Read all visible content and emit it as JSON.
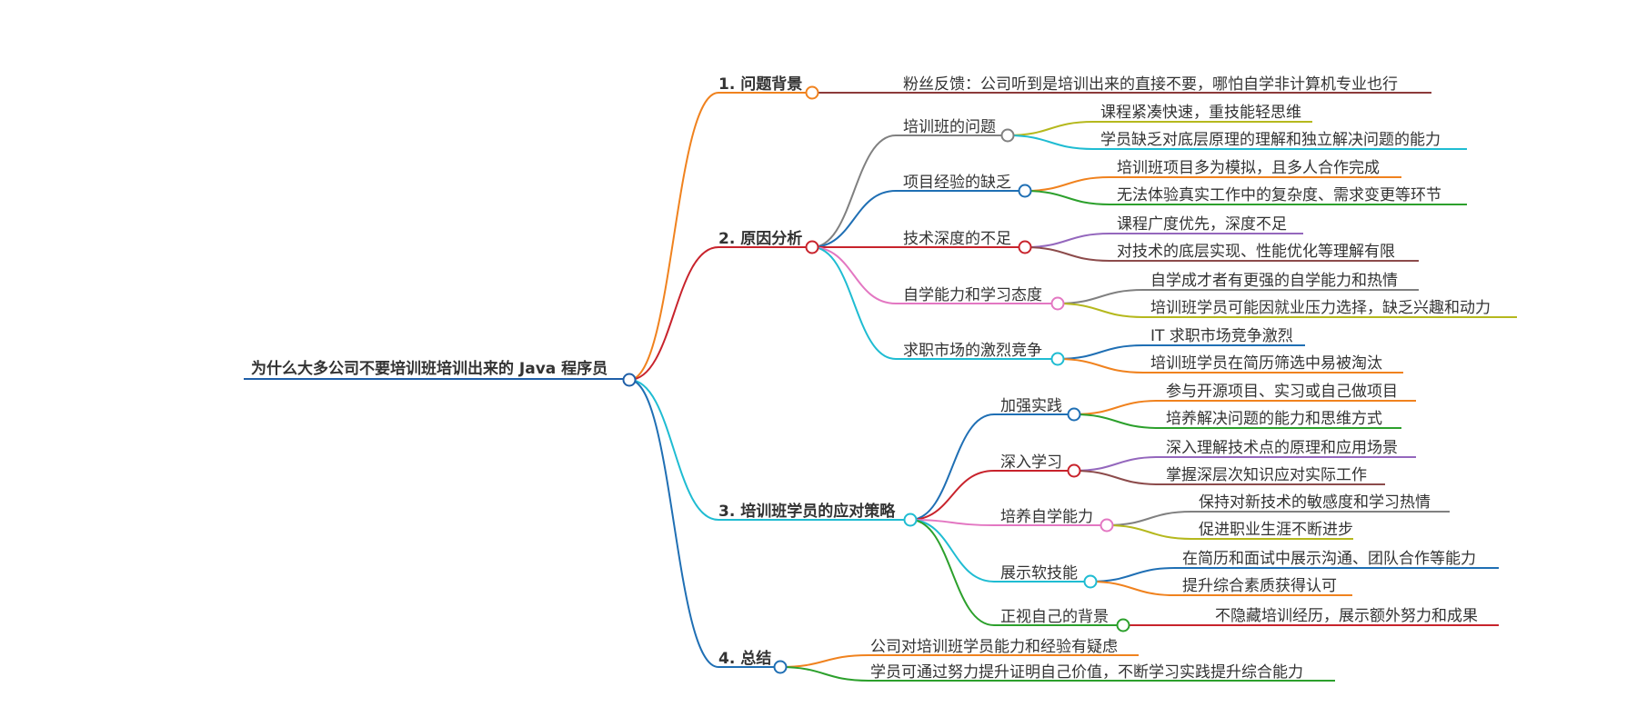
{
  "root": {
    "label": "为什么大多公司不要培训班培训出来的 Java 程序员",
    "color": "#1f5fa8"
  },
  "branches": [
    {
      "id": "b1",
      "label": "1. 问题背景",
      "color": "#f0821e",
      "children": [
        {
          "id": "b1c1",
          "label": "粉丝反馈：公司听到是培训出来的直接不要，哪怕自学非计算机专业也行",
          "color": "#8c3a3a",
          "children": []
        }
      ]
    },
    {
      "id": "b2",
      "label": "2. 原因分析",
      "color": "#c8232c",
      "children": [
        {
          "id": "b2c1",
          "label": "培训班的问题",
          "color": "#808080",
          "children": [
            {
              "label": "课程紧凑快速，重技能轻思维",
              "color": "#b5b81d"
            },
            {
              "label": "学员缺乏对底层原理的理解和独立解决问题的能力",
              "color": "#1fbcd2"
            }
          ]
        },
        {
          "id": "b2c2",
          "label": "项目经验的缺乏",
          "color": "#1f6fb4",
          "children": [
            {
              "label": "培训班项目多为模拟，且多人合作完成",
              "color": "#f0821e"
            },
            {
              "label": "无法体验真实工作中的复杂度、需求变更等环节",
              "color": "#2ca02c"
            }
          ]
        },
        {
          "id": "b2c3",
          "label": "技术深度的不足",
          "color": "#c8232c",
          "children": [
            {
              "label": "课程广度优先，深度不足",
              "color": "#9467bd"
            },
            {
              "label": "对技术的底层实现、性能优化等理解有限",
              "color": "#8c4b4b"
            }
          ]
        },
        {
          "id": "b2c4",
          "label": "自学能力和学习态度",
          "color": "#e377c2",
          "children": [
            {
              "label": "自学成才者有更强的自学能力和热情",
              "color": "#808080"
            },
            {
              "label": "培训班学员可能因就业压力选择，缺乏兴趣和动力",
              "color": "#b5b81d"
            }
          ]
        },
        {
          "id": "b2c5",
          "label": "求职市场的激烈竞争",
          "color": "#1fbcd2",
          "children": [
            {
              "label": "IT 求职市场竞争激烈",
              "color": "#1f6fb4"
            },
            {
              "label": "培训班学员在简历筛选中易被淘汰",
              "color": "#f0821e"
            }
          ]
        }
      ]
    },
    {
      "id": "b3",
      "label": "3. 培训班学员的应对策略",
      "color": "#1fbcd2",
      "children": [
        {
          "id": "b3c1",
          "label": "加强实践",
          "color": "#1f6fb4",
          "children": [
            {
              "label": "参与开源项目、实习或自己做项目",
              "color": "#f0821e"
            },
            {
              "label": "培养解决问题的能力和思维方式",
              "color": "#2ca02c"
            }
          ]
        },
        {
          "id": "b3c2",
          "label": "深入学习",
          "color": "#c8232c",
          "children": [
            {
              "label": "深入理解技术点的原理和应用场景",
              "color": "#9467bd"
            },
            {
              "label": "掌握深层次知识应对实际工作",
              "color": "#8c4b4b"
            }
          ]
        },
        {
          "id": "b3c3",
          "label": "培养自学能力",
          "color": "#e377c2",
          "children": [
            {
              "label": "保持对新技术的敏感度和学习热情",
              "color": "#808080"
            },
            {
              "label": "促进职业生涯不断进步",
              "color": "#b5b81d"
            }
          ]
        },
        {
          "id": "b3c4",
          "label": "展示软技能",
          "color": "#1fbcd2",
          "children": [
            {
              "label": "在简历和面试中展示沟通、团队合作等能力",
              "color": "#1f6fb4"
            },
            {
              "label": "提升综合素质获得认可",
              "color": "#f0821e"
            }
          ]
        },
        {
          "id": "b3c5",
          "label": "正视自己的背景",
          "color": "#2ca02c",
          "children": [
            {
              "label": "不隐藏培训经历，展示额外努力和成果",
              "color": "#c8232c"
            }
          ]
        }
      ]
    },
    {
      "id": "b4",
      "label": "4. 总结",
      "color": "#1f6fb4",
      "children": [
        {
          "id": "b4c1",
          "label": "公司对培训班学员能力和经验有疑虑",
          "color": "#f0821e",
          "children": []
        },
        {
          "id": "b4c2",
          "label": "学员可通过努力提升证明自己价值，不断学习实践提升综合能力",
          "color": "#2ca02c",
          "children": []
        }
      ]
    }
  ]
}
